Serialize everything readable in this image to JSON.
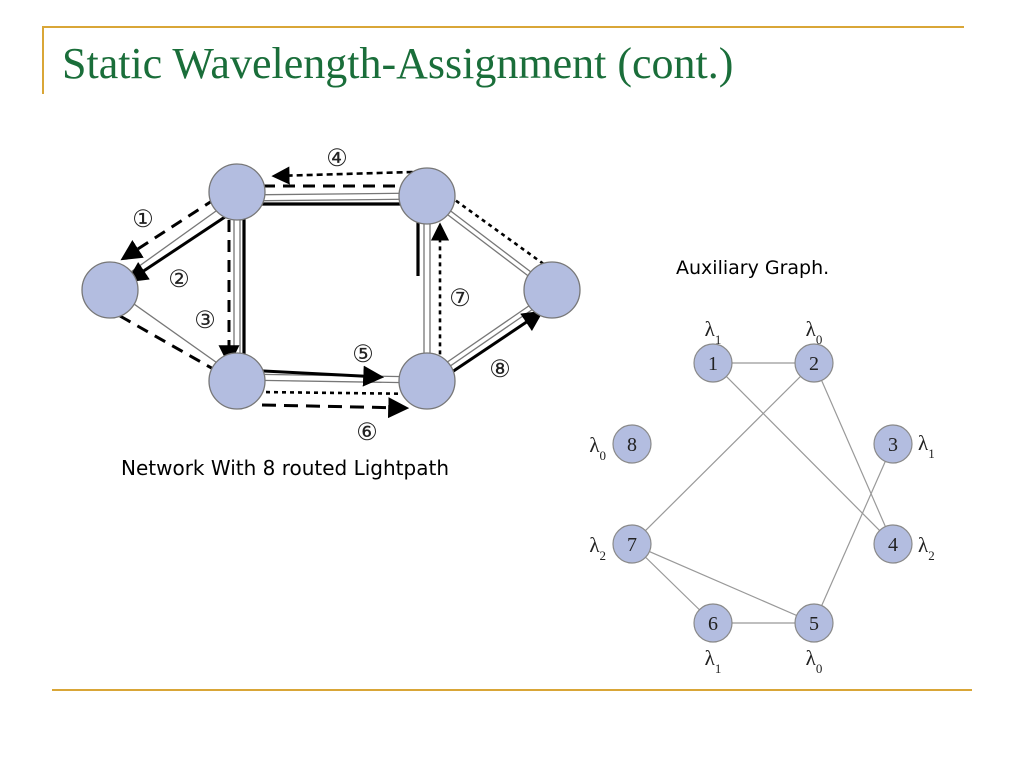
{
  "slide": {
    "title": "Static Wavelength-Assignment (cont.)",
    "network_caption": "Network With 8 routed Lightpath",
    "aux_caption": "Auxiliary Graph."
  },
  "colors": {
    "accent_rule": "#d9a637",
    "title": "#1a6e3a",
    "node_fill": "#b3bde0",
    "node_stroke": "#8a8a8a",
    "edge": "#999999"
  },
  "network": {
    "lightpath_labels": [
      "①",
      "②",
      "③",
      "④",
      "⑤",
      "⑥",
      "⑦",
      "⑧"
    ]
  },
  "auxiliary": {
    "nodes": [
      {
        "id": "1",
        "wavelength": "λ1"
      },
      {
        "id": "2",
        "wavelength": "λ0"
      },
      {
        "id": "3",
        "wavelength": "λ1"
      },
      {
        "id": "4",
        "wavelength": "λ2"
      },
      {
        "id": "5",
        "wavelength": "λ0"
      },
      {
        "id": "6",
        "wavelength": "λ1"
      },
      {
        "id": "7",
        "wavelength": "λ2"
      },
      {
        "id": "8",
        "wavelength": "λ0"
      }
    ],
    "edges": [
      [
        "1",
        "2"
      ],
      [
        "1",
        "4"
      ],
      [
        "2",
        "7"
      ],
      [
        "2",
        "4"
      ],
      [
        "3",
        "5"
      ],
      [
        "7",
        "6"
      ],
      [
        "7",
        "5"
      ],
      [
        "6",
        "5"
      ]
    ]
  }
}
